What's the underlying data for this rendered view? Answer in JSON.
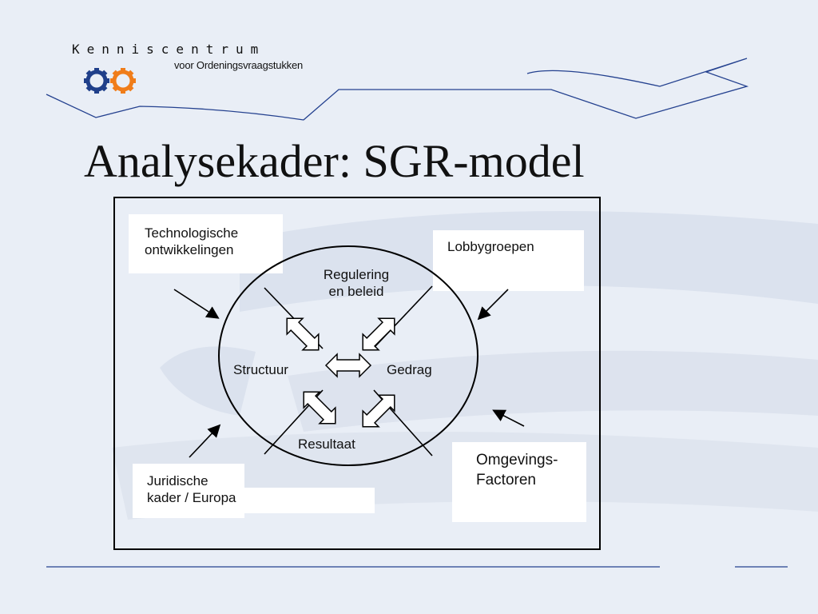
{
  "logo": {
    "word": "Kenniscentrum",
    "subtitle": "voor Ordeningsvraagstukken",
    "colors": {
      "gear_left": "#1f3f8a",
      "gear_right": "#f07d1a"
    }
  },
  "slide": {
    "title": "Analysekader: SGR-model"
  },
  "diagram": {
    "center": {
      "top": "Regulering\nen beleid",
      "left": "Structuur",
      "right": "Gedrag",
      "bottom": "Resultaat"
    },
    "factors": {
      "top_left": "Technologische\nontwikkelingen",
      "top_right": "Lobbygroepen",
      "bottom_left": "Juridische\nkader / Europa",
      "bottom_right": "Omgevings-\nFactoren"
    }
  },
  "theme": {
    "line_color": "#24418f",
    "background": "#e9eef6"
  }
}
